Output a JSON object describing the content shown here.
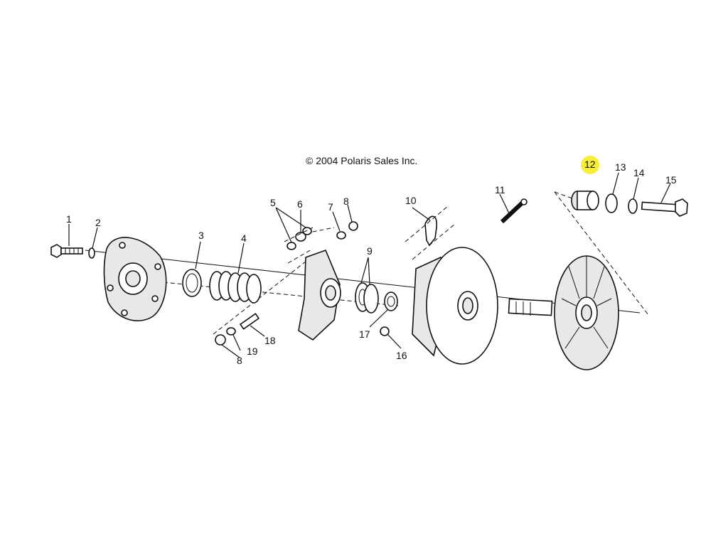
{
  "copyright": "© 2004 Polaris Sales Inc.",
  "highlight_color": "#f5ee3a",
  "callouts": {
    "c1": "1",
    "c2": "2",
    "c3": "3",
    "c4": "4",
    "c5": "5",
    "c6": "6",
    "c7": "7",
    "c8a": "8",
    "c8b": "8",
    "c9": "9",
    "c10": "10",
    "c11": "11",
    "c12": "12",
    "c13": "13",
    "c14": "14",
    "c15": "15",
    "c16": "16",
    "c17": "17",
    "c18": "18",
    "c19": "19"
  }
}
